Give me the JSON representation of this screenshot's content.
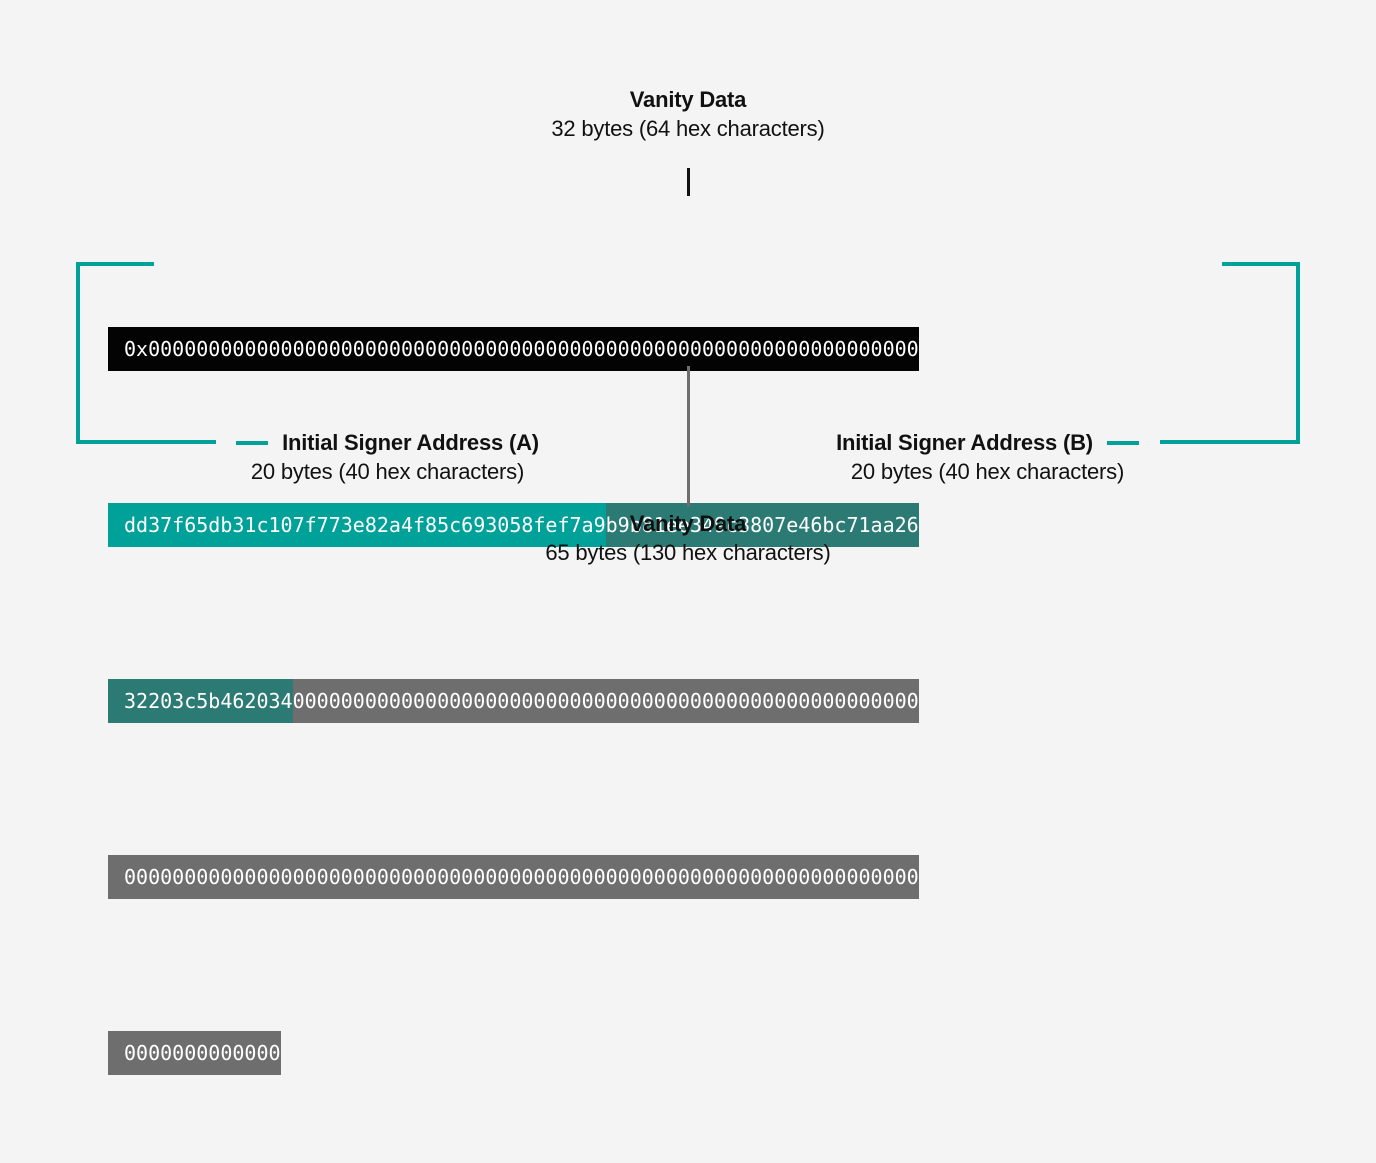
{
  "theme": {
    "background": "#f4f4f4",
    "text": "#111111",
    "teal": "#00a199",
    "teal_dark": "#2c7a74",
    "gray": "#6e6e6e",
    "black": "#030303",
    "hex_text": "#ffffff"
  },
  "labels": {
    "top": {
      "title": "Vanity Data",
      "subtitle": "32 bytes (64 hex characters)"
    },
    "bottom": {
      "title": "Vanity Data",
      "subtitle": "65 bytes (130 hex characters)"
    },
    "left": {
      "title": "Initial Signer Address (A)",
      "subtitle": "20 bytes (40 hex characters)"
    },
    "right": {
      "title": "Initial Signer Address (B)",
      "subtitle": "20 bytes (40 hex characters)"
    }
  },
  "hex_rows": [
    {
      "segments": [
        {
          "text": "0x0000000000000000000000000000000000000000000000000000000000000000",
          "style": "bg-black"
        }
      ]
    },
    {
      "segments": [
        {
          "text": "dd37f65db31c107f773e82a4f85c693058fef7a9",
          "style": "bg-teal"
        },
        {
          "text": "b9b81ee349c3807e46bc71aa26",
          "style": "bg-darkteal"
        }
      ]
    },
    {
      "segments": [
        {
          "text": "32203c5b462034",
          "style": "bg-darkteal"
        },
        {
          "text": "0000000000000000000000000000000000000000000000000000",
          "style": "bg-gray"
        }
      ]
    },
    {
      "segments": [
        {
          "text": "000000000000000000000000000000000000000000000000000000000000000000",
          "style": "bg-gray"
        }
      ]
    },
    {
      "segments": [
        {
          "text": "0000000000000",
          "style": "bg-gray"
        }
      ]
    }
  ]
}
